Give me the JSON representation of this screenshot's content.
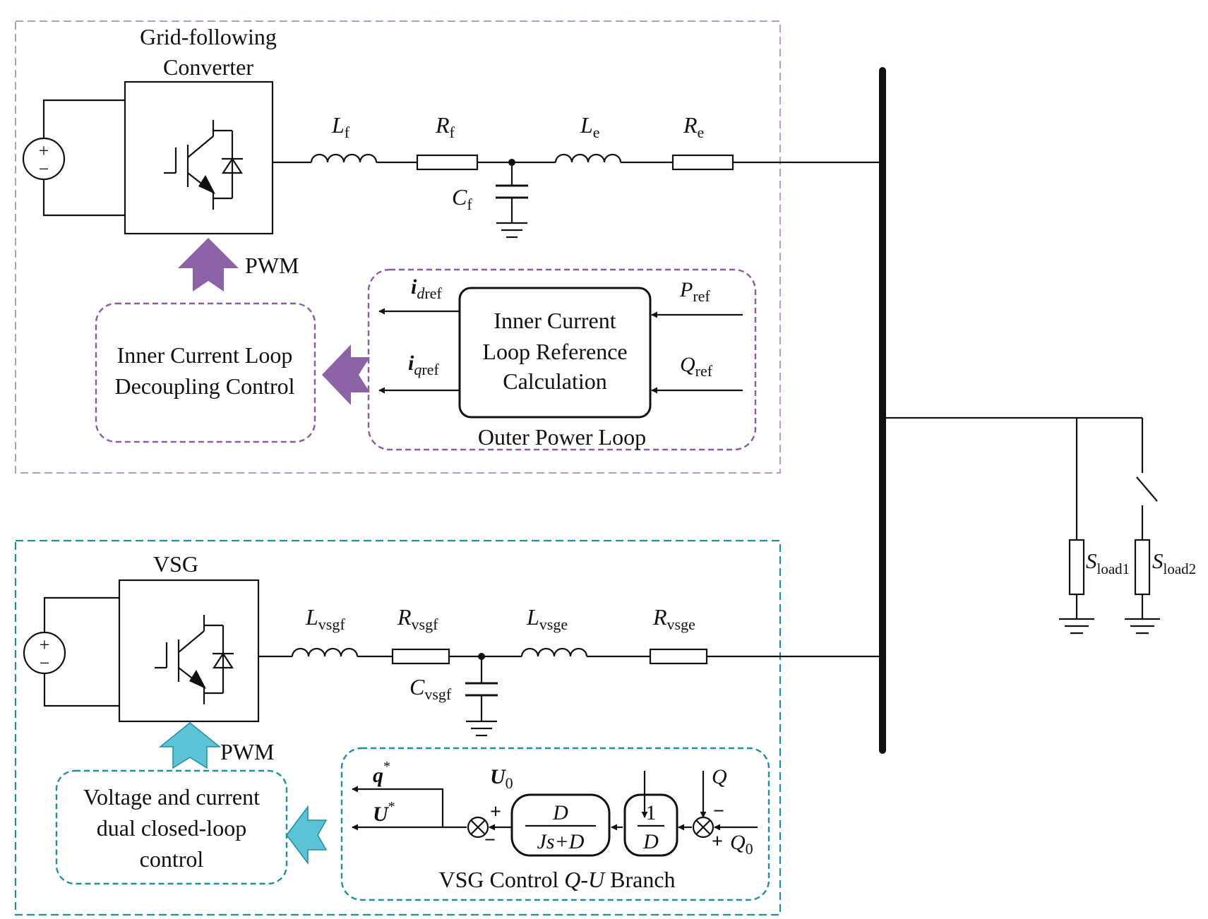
{
  "colors": {
    "gfl_border": "#b79bc9",
    "gfl_loop": "#8a5aa3",
    "gfl_arrow": "#8b63a6",
    "vsg_border": "#1f8fa0",
    "vsg_arrow": "#5cc3d6",
    "bus": "#111111"
  },
  "gfl": {
    "title_line1": "Grid-following",
    "title_line2": "Converter",
    "pwm": "PWM",
    "inductor_f": {
      "main": "L",
      "sub": "f"
    },
    "resistor_f": {
      "main": "R",
      "sub": "f"
    },
    "capacitor_f": {
      "main": "C",
      "sub": "f"
    },
    "inductor_e": {
      "main": "L",
      "sub": "e"
    },
    "resistor_e": {
      "main": "R",
      "sub": "e"
    },
    "inner_loop": {
      "line1": "Inner Current Loop",
      "line2": "Decoupling Control"
    },
    "outer_loop_label": "Outer Power Loop",
    "ref_calc": {
      "line1": "Inner Current",
      "line2": "Loop Reference",
      "line3": "Calculation"
    },
    "idref": {
      "main": "i",
      "sub_it": "d",
      "sub": "ref"
    },
    "iqref": {
      "main": "i",
      "sub_it": "q",
      "sub": "ref"
    },
    "pref": {
      "main": "P",
      "sub": "ref"
    },
    "qref": {
      "main": "Q",
      "sub": "ref"
    }
  },
  "vsg": {
    "title": "VSG",
    "pwm": "PWM",
    "inductor_f": {
      "main": "L",
      "sub": "vsgf"
    },
    "resistor_f": {
      "main": "R",
      "sub": "vsgf"
    },
    "capacitor_f": {
      "main": "C",
      "sub": "vsgf"
    },
    "inductor_e": {
      "main": "L",
      "sub": "vsge"
    },
    "resistor_e": {
      "main": "R",
      "sub": "vsge"
    },
    "inner_loop": {
      "line1": "Voltage and current",
      "line2": "dual closed-loop",
      "line3": "control"
    },
    "branch_label": {
      "prefix": "VSG Control ",
      "italic": "Q-U",
      "suffix": " Branch"
    },
    "q_star": {
      "main": "q",
      "sup": "*"
    },
    "u_star": {
      "main": "U",
      "sup": "*"
    },
    "u0": {
      "main": "U",
      "sub": "0"
    },
    "q_in": "Q",
    "q0": {
      "main": "Q",
      "sub": "0"
    },
    "block_1": {
      "num": "D",
      "den": "Js+D"
    },
    "block_2": {
      "num": "1",
      "den": "D"
    },
    "plus": "+",
    "minus": "−"
  },
  "source_plus": "+",
  "source_minus": "−",
  "loads": {
    "load1": {
      "main": "S",
      "sub": "load1"
    },
    "load2": {
      "main": "S",
      "sub": "load2"
    }
  }
}
